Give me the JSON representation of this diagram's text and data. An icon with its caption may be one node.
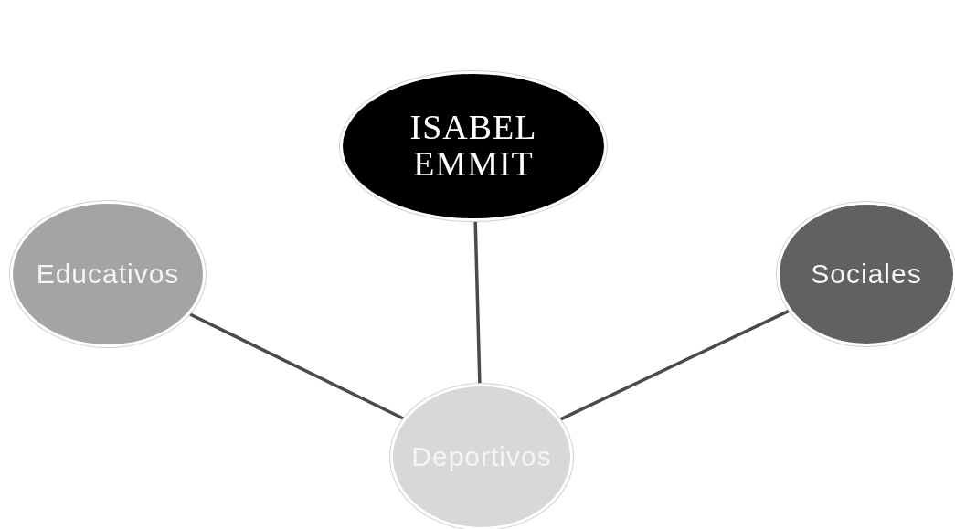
{
  "diagram": {
    "nodes": [
      {
        "text": [
          "ISABEL EMMIT"
        ]
      },
      {
        "text": [
          "Educativos"
        ]
      },
      {
        "text": [
          "Sociales"
        ]
      },
      {
        "text": [
          "Deportivos"
        ]
      }
    ],
    "edges": [
      {
        "from": 0,
        "to": 3,
        "arrow": "none"
      },
      {
        "from": 1,
        "to": 3,
        "arrow": "none"
      },
      {
        "from": 2,
        "to": 3,
        "arrow": "none"
      }
    ]
  }
}
